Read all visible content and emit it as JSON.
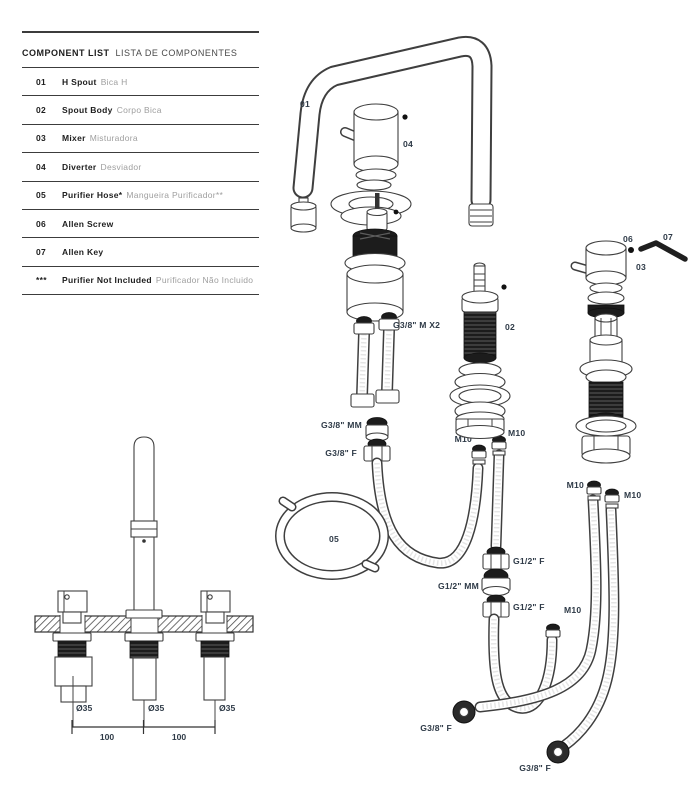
{
  "component_list": {
    "title_en": "COMPONENT LIST",
    "title_pt": "LISTA DE COMPONENTES",
    "rows": [
      {
        "num": "01",
        "en": "H Spout",
        "pt": "Bica H"
      },
      {
        "num": "02",
        "en": "Spout Body",
        "pt": "Corpo Bica"
      },
      {
        "num": "03",
        "en": "Mixer",
        "pt": "Misturadora"
      },
      {
        "num": "04",
        "en": "Diverter",
        "pt": "Desviador"
      },
      {
        "num": "05",
        "en": "Purifier Hose*",
        "pt": "Mangueira Purificador**"
      },
      {
        "num": "06",
        "en": "Allen Screw",
        "pt": ""
      },
      {
        "num": "07",
        "en": "Allen Key",
        "pt": ""
      },
      {
        "num": "***",
        "en": "Purifier Not Included",
        "pt": "Purificador Não Incluido"
      }
    ]
  },
  "diagram": {
    "part_refs": {
      "p01": "01",
      "p02": "02",
      "p03": "03",
      "p04": "04",
      "p05": "05",
      "p06": "06",
      "p07": "07"
    },
    "fittings": {
      "g38_m_x2": "G3/8\" M X2",
      "g38_mm": "G3/8\" MM",
      "g38_f": "G3/8\" F",
      "g12_f": "G1/2\" F",
      "g12_mm": "G1/2\" MM",
      "m10": "M10"
    },
    "dimensions": {
      "hole_diameter": "Ø35",
      "spacing": "100"
    }
  },
  "colors": {
    "line": "#3f3f3f",
    "label": "#2e3a47",
    "text_dark": "#1d1d1d",
    "text_gray": "#9e9e9e",
    "black_part": "#1c1c1c"
  }
}
